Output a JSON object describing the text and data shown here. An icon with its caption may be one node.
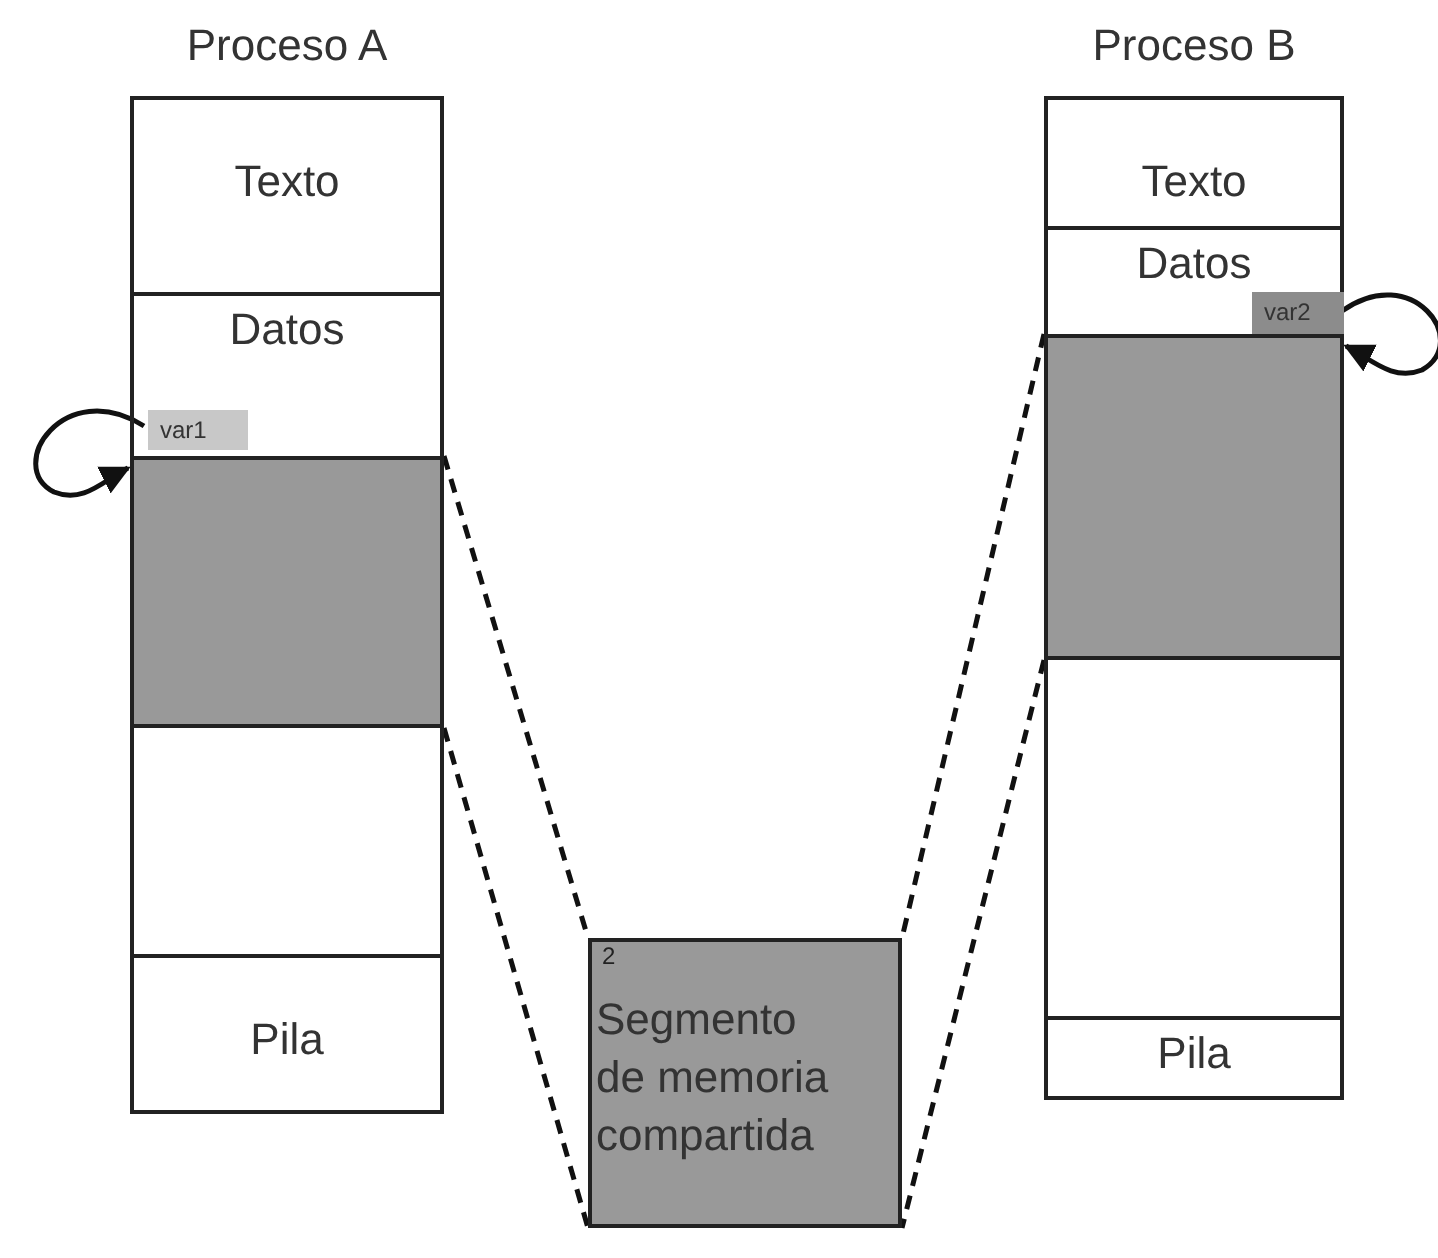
{
  "diagram": {
    "nodes": [
      {
        "text": [
          "Proceso A"
        ]
      },
      {
        "text": [
          "Texto"
        ],
        "in": 0
      },
      {
        "text": [
          "Datos"
        ],
        "in": 0
      },
      {
        "text": [
          "var1"
        ],
        "in": 2
      },
      {
        "text": [],
        "shape": "box",
        "in": 0
      },
      {
        "text": [],
        "shape": "box",
        "in": 0
      },
      {
        "text": [
          "Pila"
        ],
        "in": 0
      },
      {
        "text": [
          "Proceso B"
        ]
      },
      {
        "text": [
          "Texto"
        ],
        "in": 7
      },
      {
        "text": [
          "Datos"
        ],
        "in": 7
      },
      {
        "text": [
          "var2"
        ],
        "in": 9
      },
      {
        "text": [],
        "shape": "box",
        "in": 7
      },
      {
        "text": [],
        "shape": "box",
        "in": 7
      },
      {
        "text": [
          "Pila"
        ],
        "in": 7
      },
      {
        "text": [
          "2",
          "Segmento de memoria compartida"
        ]
      }
    ],
    "edges": [
      {
        "from": 3,
        "to": 4,
        "arrow": "to"
      },
      {
        "from": 10,
        "to": 11,
        "arrow": "to"
      },
      {
        "from": 4,
        "to": 14,
        "arrow": "none",
        "style": "dashed"
      },
      {
        "from": 4,
        "to": 14,
        "arrow": "none",
        "style": "dashed"
      },
      {
        "from": 11,
        "to": 14,
        "arrow": "none",
        "style": "dashed"
      },
      {
        "from": 11,
        "to": 14,
        "arrow": "none",
        "style": "dashed"
      }
    ]
  }
}
